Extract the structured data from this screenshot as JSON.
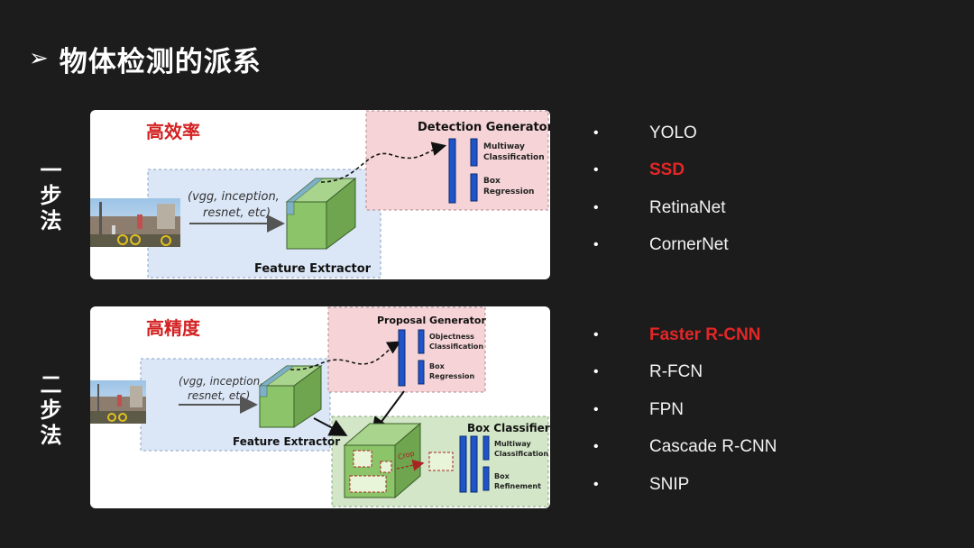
{
  "title": {
    "arrow": "➢",
    "text": "物体检测的派系"
  },
  "one_stage": {
    "side_label": "一步法",
    "headline": "高效率",
    "backbone_l1": "(vgg, inception,",
    "backbone_l2": "resnet, etc)",
    "extractor_label": "Feature Extractor",
    "generator_label": "Detection Generator",
    "head1_l1": "Multiway",
    "head1_l2": "Classification",
    "head2_l1": "Box",
    "head2_l2": "Regression"
  },
  "two_stage": {
    "side_label": "二步法",
    "headline": "高精度",
    "backbone_l1": "(vgg, inception,",
    "backbone_l2": "resnet, etc)",
    "extractor_label": "Feature Extractor",
    "proposal_label": "Proposal Generator",
    "prop1_l1": "Objectness",
    "prop1_l2": "Classification",
    "prop2_l1": "Box",
    "prop2_l2": "Regression",
    "classifier_label": "Box Classifier",
    "crop_label": "Crop",
    "cls1_l1": "Multiway",
    "cls1_l2": "Classification",
    "cls2_l1": "Box",
    "cls2_l2": "Refinement"
  },
  "one_stage_methods": [
    {
      "label": "YOLO",
      "highlight": false
    },
    {
      "label": "SSD",
      "highlight": true
    },
    {
      "label": "RetinaNet",
      "highlight": false
    },
    {
      "label": "CornerNet",
      "highlight": false
    }
  ],
  "two_stage_methods": [
    {
      "label": "Faster R-CNN",
      "highlight": true
    },
    {
      "label": "R-FCN",
      "highlight": false
    },
    {
      "label": "FPN",
      "highlight": false
    },
    {
      "label": "Cascade R-CNN",
      "highlight": false
    },
    {
      "label": "SNIP",
      "highlight": false
    }
  ],
  "bullet_char": "•",
  "colors": {
    "highlight": "#e32626",
    "headline": "#d42121",
    "extractor_bg": "#dbe7f7",
    "generator_bg": "#f5d3d6",
    "classifier_bg": "#d3e6c7",
    "cube": "#8cc46a",
    "bar": "#1f55c8"
  }
}
